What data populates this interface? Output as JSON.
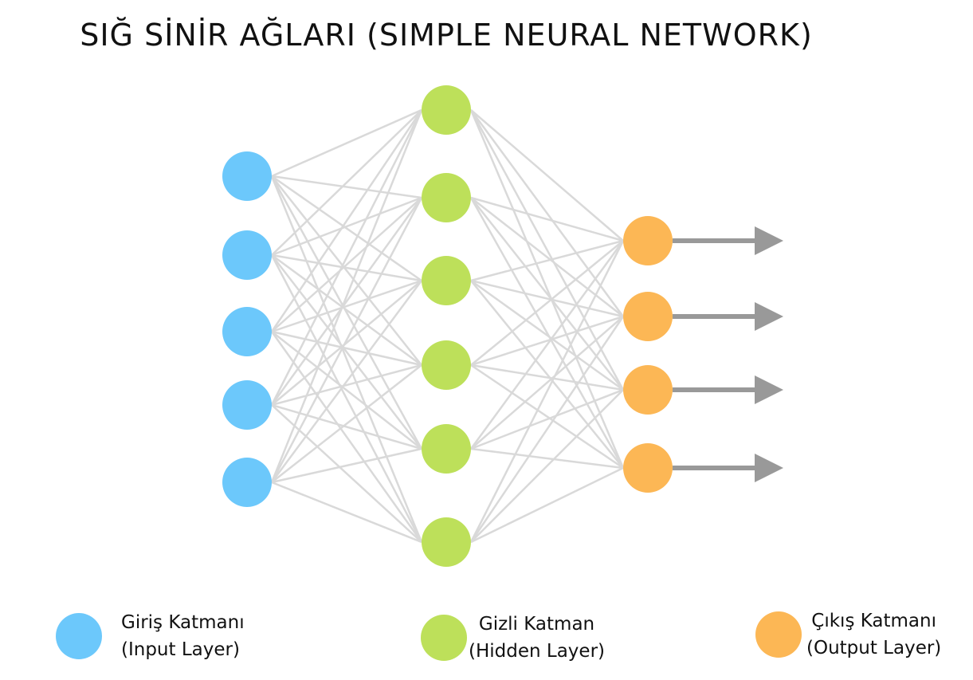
{
  "title": "SIĞ SİNİR AĞLARI (SIMPLE NEURAL NETWORK)",
  "colors": {
    "input": "#6cc8fb",
    "hidden": "#bde05a",
    "output": "#fcb755",
    "edge": "#d9d9d9",
    "arrow": "#999999"
  },
  "network": {
    "layers": [
      {
        "name": "input",
        "nodes": 5
      },
      {
        "name": "hidden",
        "nodes": 6
      },
      {
        "name": "output",
        "nodes": 4
      }
    ],
    "output_arrows": 4
  },
  "legend": [
    {
      "key": "input",
      "line1": "Giriş Katmanı",
      "line2": "(Input Layer)"
    },
    {
      "key": "hidden",
      "line1": "Gizli Katman",
      "line2": "(Hidden Layer)"
    },
    {
      "key": "output",
      "line1": "Çıkış Katmanı",
      "line2": "(Output Layer)"
    }
  ]
}
